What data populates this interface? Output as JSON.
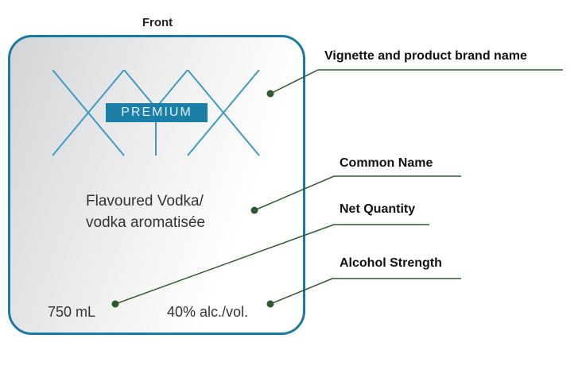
{
  "header": {
    "title": "Front"
  },
  "label": {
    "badge_text": "PREMIUM",
    "common_name_en": "Flavoured Vodka/",
    "common_name_fr": "vodka aromatisée",
    "net_quantity": "750 mL",
    "alcohol_strength": "40% alc./vol."
  },
  "callouts": [
    {
      "id": "brand",
      "text": "Vignette and product brand name"
    },
    {
      "id": "common-name",
      "text": "Common Name"
    },
    {
      "id": "net-quantity",
      "text": "Net Quantity"
    },
    {
      "id": "alcohol-strength",
      "text": "Alcohol Strength"
    }
  ],
  "colors": {
    "frame": "#1a7aa5",
    "logo": "#3d9bc4",
    "badge": "#1c7fa8",
    "leader": "#2d5a2d"
  }
}
